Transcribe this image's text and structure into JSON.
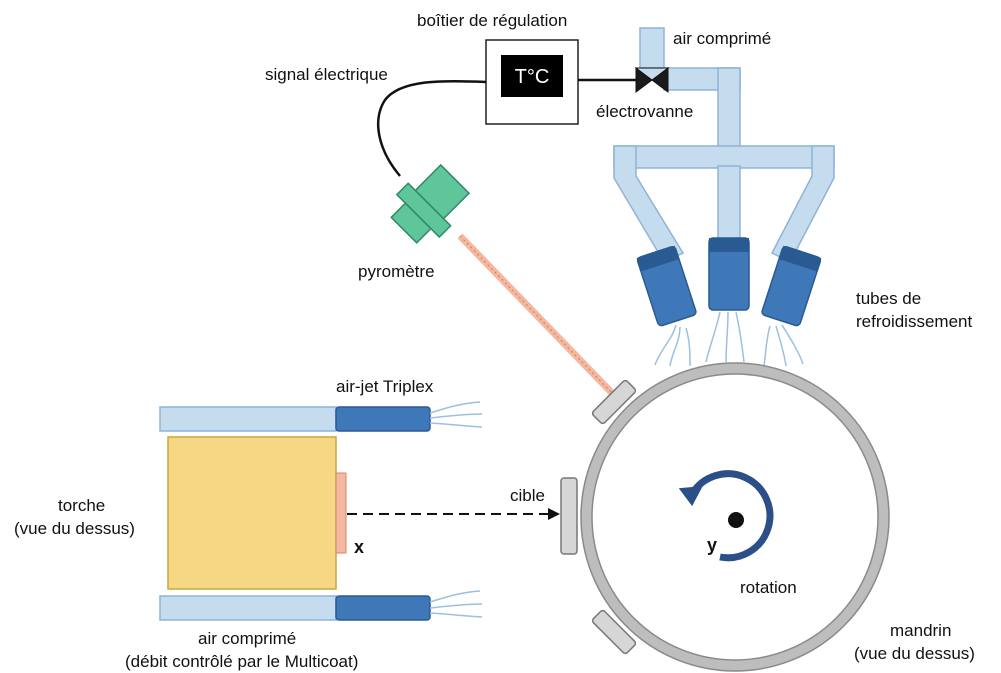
{
  "labels": {
    "control_box": "boîtier de régulation",
    "temperature": "T°C",
    "compressed_air_top": "air comprimé",
    "electric_signal": "signal électrique",
    "solenoid_valve": "électrovanne",
    "pyrometer": "pyromètre",
    "cooling_tubes_line1": "tubes de",
    "cooling_tubes_line2": "refroidissement",
    "air_jet": "air-jet Triplex",
    "torch_line1": "torche",
    "torch_line2": "(vue du dessus)",
    "target": "cible",
    "x_axis": "x",
    "y_axis": "y",
    "rotation": "rotation",
    "mandrel_line1": "mandrin",
    "mandrel_line2": "(vue du dessus)",
    "compressed_air_bottom_line1": "air comprimé",
    "compressed_air_bottom_line2": "(débit contrôlé par le Multicoat)"
  },
  "colors": {
    "air_pipe": "#c5dcef",
    "air_pipe_stroke": "#8fb3d6",
    "nozzle_blue": "#3f78b8",
    "nozzle_dark": "#2a5a92",
    "pyrometer_green": "#5fc59a",
    "pyrometer_stroke": "#2f8a63",
    "beam": "#f4b8a0",
    "torch_yellow": "#f6d783",
    "torch_stroke": "#c9a640",
    "mandrel_ring": "#bdbdbd",
    "rotation_arrow": "#2b4f86"
  }
}
